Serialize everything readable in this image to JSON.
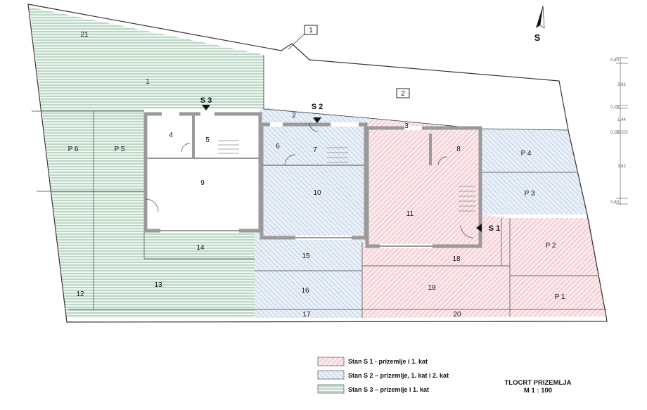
{
  "colors": {
    "s1": "#d9737f",
    "s2": "#7f9fc6",
    "s3": "#5e9e78",
    "wall": "#9a9a9a",
    "line": "#333333"
  },
  "north_label": "S",
  "callouts": [
    "1",
    "2"
  ],
  "rooms": [
    "21",
    "1",
    "2",
    "3",
    "S 3",
    "S 2",
    "2",
    "4",
    "5",
    "6",
    "7",
    "8",
    "P 6",
    "P 5",
    "P 4",
    "9",
    "10",
    "11",
    "P 3",
    "S 1",
    "14",
    "15",
    "18",
    "P 2",
    "13",
    "16",
    "19",
    "12",
    "P 1",
    "17",
    "20"
  ],
  "dimensions": [
    "0,40",
    "2,62",
    "0,15",
    "1,44",
    "0,15",
    "3,82",
    "0,40"
  ],
  "legend": [
    {
      "label": "Stan S 1 - prizemlje i 1. kat"
    },
    {
      "label": "Stan S 2 – prizemlje, 1. kat i 2. kat"
    },
    {
      "label": "Stan S 3 – prizemlje i 1. kat"
    }
  ],
  "title": {
    "line1": "TLOCRT PRIZEMLJA",
    "line2": "M 1 : 100"
  }
}
